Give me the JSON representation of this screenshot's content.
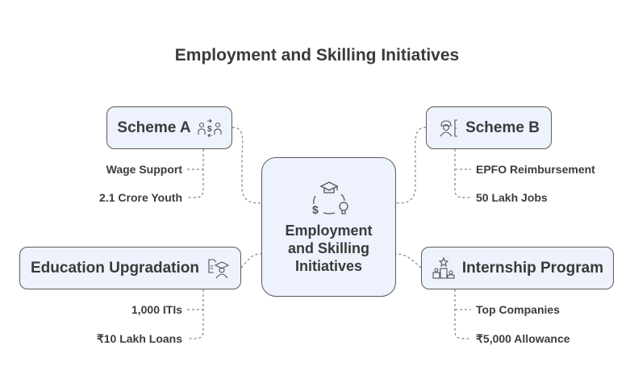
{
  "title": "Employment and Skilling Initiatives",
  "center": {
    "line1": "Employment",
    "line2": "and Skilling",
    "line3": "Initiatives",
    "icon": "graduation-dollar-lightbulb-cycle-icon"
  },
  "nodes": [
    {
      "label": "Scheme A",
      "icon": "people-money-exchange-icon",
      "leaves": [
        "Wage Support",
        "2.1 Crore Youth"
      ]
    },
    {
      "label": "Scheme B",
      "icon": "worker-helmet-icon",
      "leaves": [
        "EPFO Reimbursement",
        "50 Lakh Jobs"
      ]
    },
    {
      "label": "Education Upgradation",
      "icon": "document-graduate-icon",
      "leaves": [
        "1,000 ITIs",
        "₹10 Lakh Loans"
      ]
    },
    {
      "label": "Internship Program",
      "icon": "podium-star-icon",
      "leaves": [
        "Top Companies",
        "₹5,000 Allowance"
      ]
    }
  ],
  "colors": {
    "box_fill": "#edf2fd",
    "border": "#5a5a5a",
    "connector": "#8a8a8a"
  }
}
